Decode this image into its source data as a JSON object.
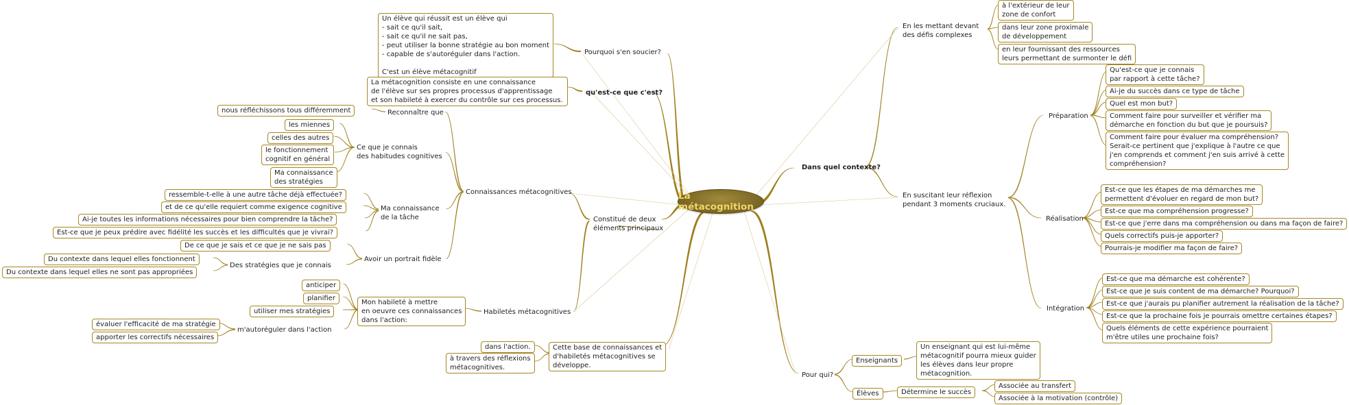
{
  "center": "La métacognition",
  "left": {
    "pourquoi": {
      "label": "Pourquoi s'en soucier?",
      "detail": "Un élève qui réussit est un élève qui\n- sait ce qu'il sait,\n- sait ce qu'il ne sait pas,\n- peut utiliser la bonne stratégie au bon moment\n- capable de s'autoréguler dans l'action.\n\nC'est un élève métacognitif"
    },
    "questce": {
      "label": "qu'est-ce que c'est?",
      "detail": "La métacognition consiste en une connaissance\nde l'élève sur ses propres processus d'apprentissage\net son habileté à exercer du contrôle sur ces processus."
    },
    "constitue": {
      "label": "Constitué de deux\néléments principaux",
      "connaissances": {
        "label": "Connaissances métacognitives",
        "reconnaitre": {
          "label": "Reconnaître que",
          "child": "nous réfléchissons tous différemment"
        },
        "habitudes": {
          "label": "Ce que je connais\ndes habitudes cognitives",
          "children": [
            "les miennes",
            "celles des autres",
            "le fonctionnement\ncognitif en général",
            "Ma connaissance\ndes stratégies"
          ]
        },
        "tache": {
          "label": "Ma connaissance\nde la tâche",
          "children": [
            "ressemble-t-elle à une autre tâche déjà effectuée?",
            "et de ce qu'elle requiert comme exigence cognitive",
            "Ai-je toutes les informations nécessaires pour bien comprendre la tâche?",
            "Est-ce que je peux prédire avec fidélité les succès et les difficultés que je vivrai?"
          ]
        },
        "portrait": {
          "label": "Avoir un portrait fidèle",
          "sais": "De ce que je sais et ce que je ne sais pas",
          "strategies": {
            "label": "Des stratégies que je connais",
            "children": [
              "Du contexte dans lequel elles fonctionnent",
              "Du contexte dans lequel elles ne sont pas appropriées"
            ]
          }
        }
      },
      "habiletes": {
        "label": "Habiletés métacognitives",
        "mise": {
          "label": "Mon habileté à mettre\nen oeuvre ces connaissances\ndans l'action:",
          "children": [
            "anticiper",
            "planifier",
            "utiliser mes stratégies"
          ],
          "autoreguler": {
            "label": "m'autoréguler dans l'action",
            "children": [
              "évaluer l'efficacité de ma stratégie",
              "apporter les correctifs nécessaires"
            ]
          }
        }
      }
    },
    "base": {
      "label": "Cette base de connaissances et\nd'habiletés métacognitives se\ndéveloppe.",
      "children": [
        "dans l'action.",
        "à travers des réflexions\nmétacognitives."
      ]
    }
  },
  "right": {
    "contexte": {
      "label": "Dans quel contexte?",
      "defis": {
        "label": "En les mettant devant\ndes défis complexes",
        "children": [
          "à l'extérieur de leur\nzone de confort",
          "dans leur zone proximale\nde développement",
          "en leur fournissant des ressources\nleurs permettant de surmonter le défi"
        ]
      },
      "reflexion": {
        "label": "En suscitant leur réflexion\npendant 3 moments cruciaux.",
        "preparation": {
          "label": "Préparation",
          "children": [
            "Qu'est-ce que je connais\npar rapport à cette tâche?",
            "Ai-je du succès dans ce type de tâche",
            "Quel est mon but?",
            "Comment faire pour surveiller et vérifier ma\ndémarche en fonction du but que je poursuis?",
            "Comment faire pour évaluer ma compréhension?\nSerait-ce pertinent que j'explique à l'autre ce que\nj'en comprends et comment j'en suis arrivé à cette\ncompréhension?"
          ]
        },
        "realisation": {
          "label": "Réalisation",
          "children": [
            "Est-ce que les étapes de ma démarches me\npermettent d'évoluer en regard de mon but?",
            "Est-ce que ma compréhension progresse?",
            "Est-ce que j'erre dans ma compréhension ou dans ma façon de faire?",
            "Quels correctifs puis-je apporter?",
            "Pourrais-je modifier ma façon de faire?"
          ]
        },
        "integration": {
          "label": "Intégration",
          "children": [
            "Est-ce que ma démarche est cohérente?",
            "Est-ce que je suis content de ma démarche? Pourquoi?",
            "Est-ce que j'aurais pu planifier autrement la réalisation de la tâche?",
            "Est-ce que la prochaine fois je pourrais omettre certaines étapes?",
            "Quels éléments de cette expérience pourraient\nm'être utiles une prochaine fois?"
          ]
        }
      }
    },
    "pourqui": {
      "label": "Pour qui?",
      "enseignants": {
        "label": "Enseignants",
        "child": "Un enseignant qui est lui-même\nmétacognitif pourra mieux guider\nles élèves dans leur propre\nmétacognition."
      },
      "eleves": {
        "label": "Élèves",
        "succes": {
          "label": "Détermine le succès",
          "children": [
            "Associée au transfert",
            "Associée à la motivation (contrôle)"
          ]
        }
      }
    }
  }
}
